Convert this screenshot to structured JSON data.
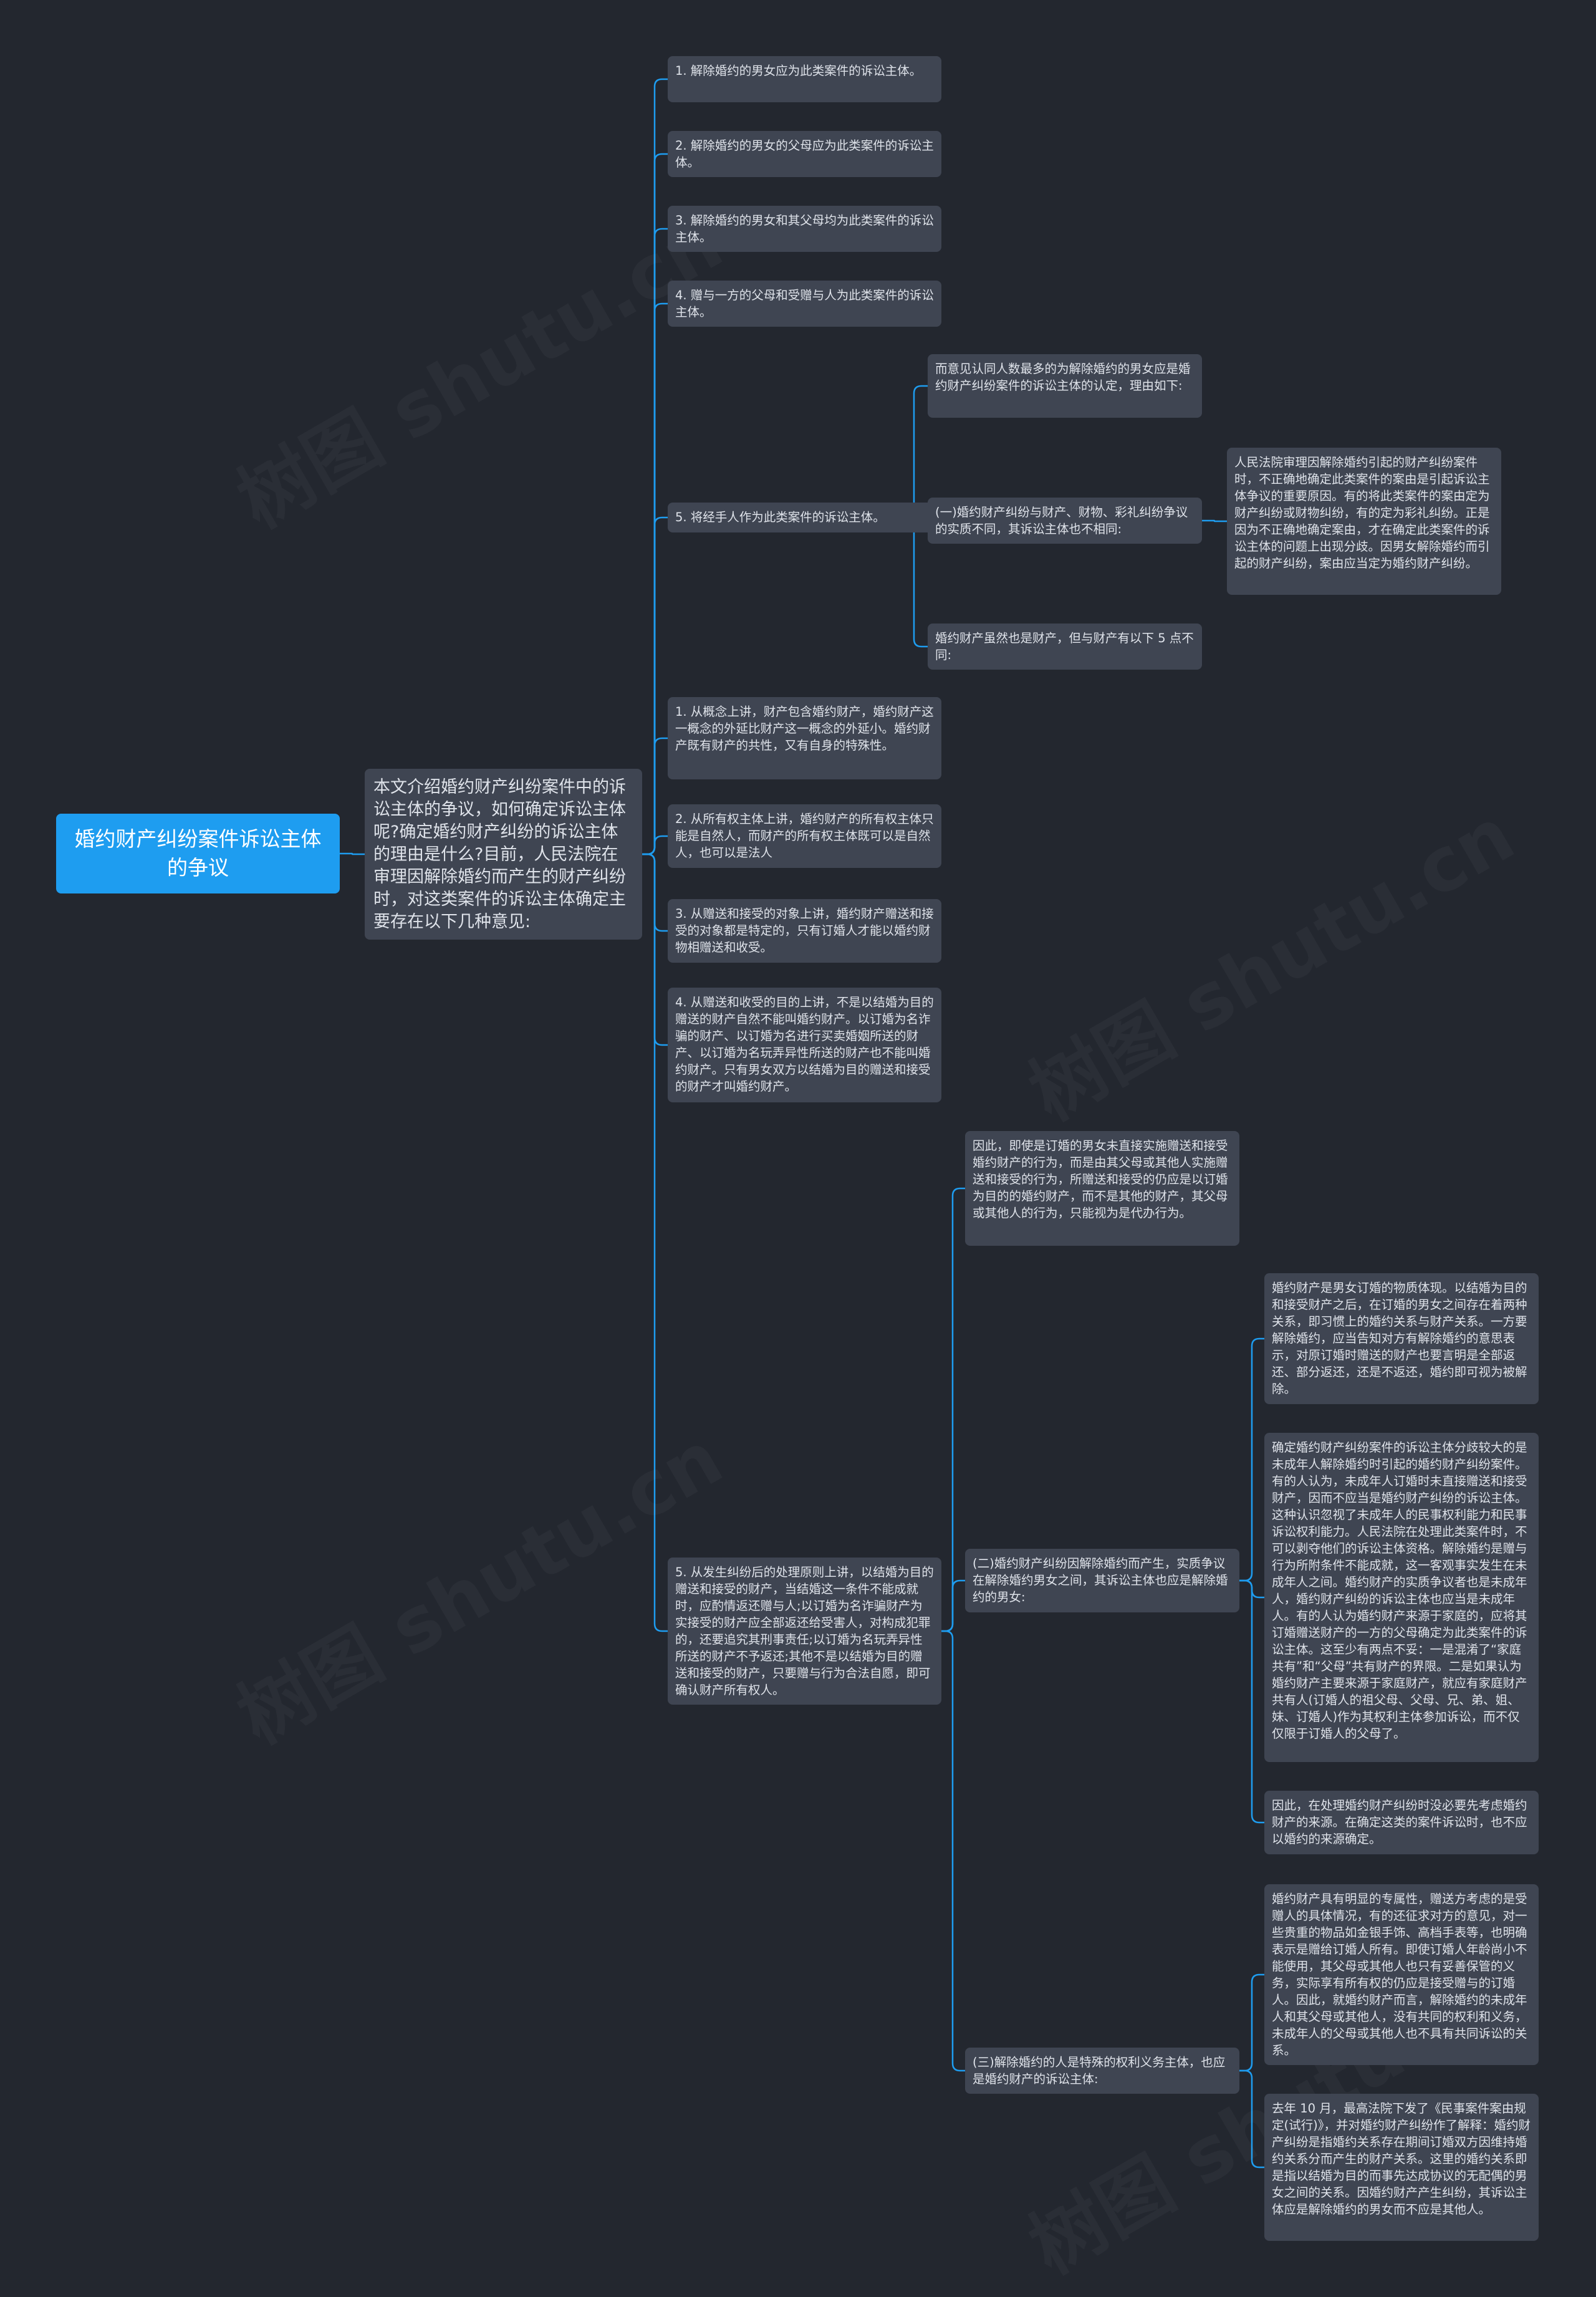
{
  "root": {
    "text": "婚约财产纠纷案件诉讼主体的争议"
  },
  "intro": {
    "text": "本文介绍婚约财产纠纷案件中的诉讼主体的争议，如何确定诉讼主体呢?确定婚约财产纠纷的诉讼主体的理由是什么?目前，人民法院在审理因解除婚约而产生的财产纠纷时，对这类案件的诉讼主体确定主要存在以下几种意见:"
  },
  "opinions": [
    {
      "text": "1. 解除婚约的男女应为此类案件的诉讼主体。"
    },
    {
      "text": "2. 解除婚约的男女的父母应为此类案件的诉讼主体。"
    },
    {
      "text": "3. 解除婚约的男女和其父母均为此类案件的诉讼主体。"
    },
    {
      "text": "4. 赠与一方的父母和受赠与人为此类案件的诉讼主体。"
    },
    {
      "text": "5. 将经手人作为此类案件的诉讼主体。"
    }
  ],
  "author_view": {
    "intro": "而意见认同人数最多的为解除婚约的男女应是婚约财产纠纷案件的诉讼主体的认定，理由如下:",
    "point1": "(一)婚约财产纠纷与财产、财物、彩礼纠纷争议的实质不同，其诉讼主体也不相同:",
    "point1_detail": "人民法院审理因解除婚约引起的财产纠纷案件时，不正确地确定此类案件的案由是引起诉讼主体争议的重要原因。有的将此类案件的案由定为财产纠纷或财物纠纷，有的定为彩礼纠纷。正是因为不正确地确定案由，才在确定此类案件的诉讼主体的问题上出现分歧。因男女解除婚约而引起的财产纠纷，案由应当定为婚约财产纠纷。",
    "point2_intro": "婚约财产虽然也是财产，但与财产有以下 5 点不同:"
  },
  "differences": [
    {
      "text": "1. 从概念上讲，财产包含婚约财产，婚约财产这一概念的外延比财产这一概念的外延小。婚约财产既有财产的共性，又有自身的特殊性。"
    },
    {
      "text": "2. 从所有权主体上讲，婚约财产的所有权主体只能是自然人，而财产的所有权主体既可以是自然人，也可以是法人"
    },
    {
      "text": "3. 从赠送和接受的对象上讲，婚约财产赠送和接受的对象都是特定的，只有订婚人才能以婚约财物相赠送和收受。"
    },
    {
      "text": "4. 从赠送和收受的目的上讲，不是以结婚为目的赠送的财产自然不能叫婚约财产。以订婚为名诈骗的财产、以订婚为名进行买卖婚姻所送的财产、以订婚为名玩弄异性所送的财产也不能叫婚约财产。只有男女双方以结婚为目的赠送和接受的财产才叫婚约财产。"
    },
    {
      "text": "5. 从发生纠纷后的处理原则上讲，以结婚为目的赠送和接受的财产，当结婚这一条件不能成就时，应酌情返还赠与人;以订婚为名诈骗财产为实接受的财产应全部返还给受害人，对构成犯罪的，还要追究其刑事责任;以订婚为名玩弄异性所送的财产不予返还;其他不是以结婚为目的赠送和接受的财产，只要赠与行为合法自愿，即可确认财产所有权人。"
    }
  ],
  "conclusion": {
    "summary": "因此，即使是订婚的男女未直接实施赠送和接受婚约财产的行为，而是由其父母或其他人实施赠送和接受的行为，所赠送和接受的仍应是以订婚为目的的婚约财产，而不是其他的财产，其父母或其他人的行为，只能视为是代办行为。",
    "point2": "(二)婚约财产纠纷因解除婚约而产生，实质争议在解除婚约男女之间，其诉讼主体也应是解除婚约的男女:",
    "point2_details": [
      "婚约财产是男女订婚的物质体现。以结婚为目的和接受财产之后，在订婚的男女之间存在着两种关系，即习惯上的婚约关系与财产关系。一方要解除婚约，应当告知对方有解除婚约的意思表示，对原订婚时赠送的财产也要言明是全部返还、部分返还，还是不返还，婚约即可视为被解除。",
      "确定婚约财产纠纷案件的诉讼主体分歧较大的是未成年人解除婚约时引起的婚约财产纠纷案件。有的人认为，未成年人订婚时未直接赠送和接受财产，因而不应当是婚约财产纠纷的诉讼主体。这种认识忽视了未成年人的民事权利能力和民事诉讼权利能力。人民法院在处理此类案件时，不可以剥夺他们的诉讼主体资格。解除婚约是赠与行为所附条件不能成就，这一客观事实发生在未成年人之间。婚约财产的实质争议者也是未成年人，婚约财产纠纷的诉讼主体也应当是未成年人。有的人认为婚约财产来源于家庭的，应将其订婚赠送财产的一方的父母确定为此类案件的诉讼主体。这至少有两点不妥：一是混淆了“家庭共有”和“父母”共有财产的界限。二是如果认为婚约财产主要来源于家庭财产，就应有家庭财产共有人(订婚人的祖父母、父母、兄、弟、姐、妹、订婚人)作为其权利主体参加诉讼，而不仅仅限于订婚人的父母了。",
      "因此，在处理婚约财产纠纷时没必要先考虑婚约财产的来源。在确定这类的案件诉讼时，也不应以婚约的来源确定。"
    ],
    "point3": "(三)解除婚约的人是特殊的权利义务主体，也应是婚约财产的诉讼主体:",
    "point3_details": [
      "婚约财产具有明显的专属性，赠送方考虑的是受赠人的具体情况，有的还征求对方的意见，对一些贵重的物品如金银手饰、高档手表等，也明确表示是赠给订婚人所有。即使订婚人年龄尚小不能使用，其父母或其他人也只有妥善保管的义务，实际享有所有权的仍应是接受赠与的订婚人。因此，就婚约财产而言，解除婚约的未成年人和其父母或其他人，没有共同的权利和义务，未成年人的父母或其他人也不具有共同诉讼的关系。",
      "去年 10 月，最高法院下发了《民事案件案由规定(试行)》，并对婚约财产纠纷作了解释：婚约财产纠纷是指婚约关系存在期间订婚双方因维持婚约关系分而产生的财产关系。这里的婚约关系即是指以结婚为目的而事先达成协议的无配偶的男女之间的关系。因婚约财产产生纠纷，其诉讼主体应是解除婚约的男女而不应是其他人。"
    ]
  },
  "watermark": {
    "text": "树图 shutu.cn"
  },
  "colors": {
    "background": "#23272f",
    "root": "#1e9df0",
    "node": "#3f4552",
    "edge": "#1e9df0",
    "text": "#dfe3ea"
  }
}
